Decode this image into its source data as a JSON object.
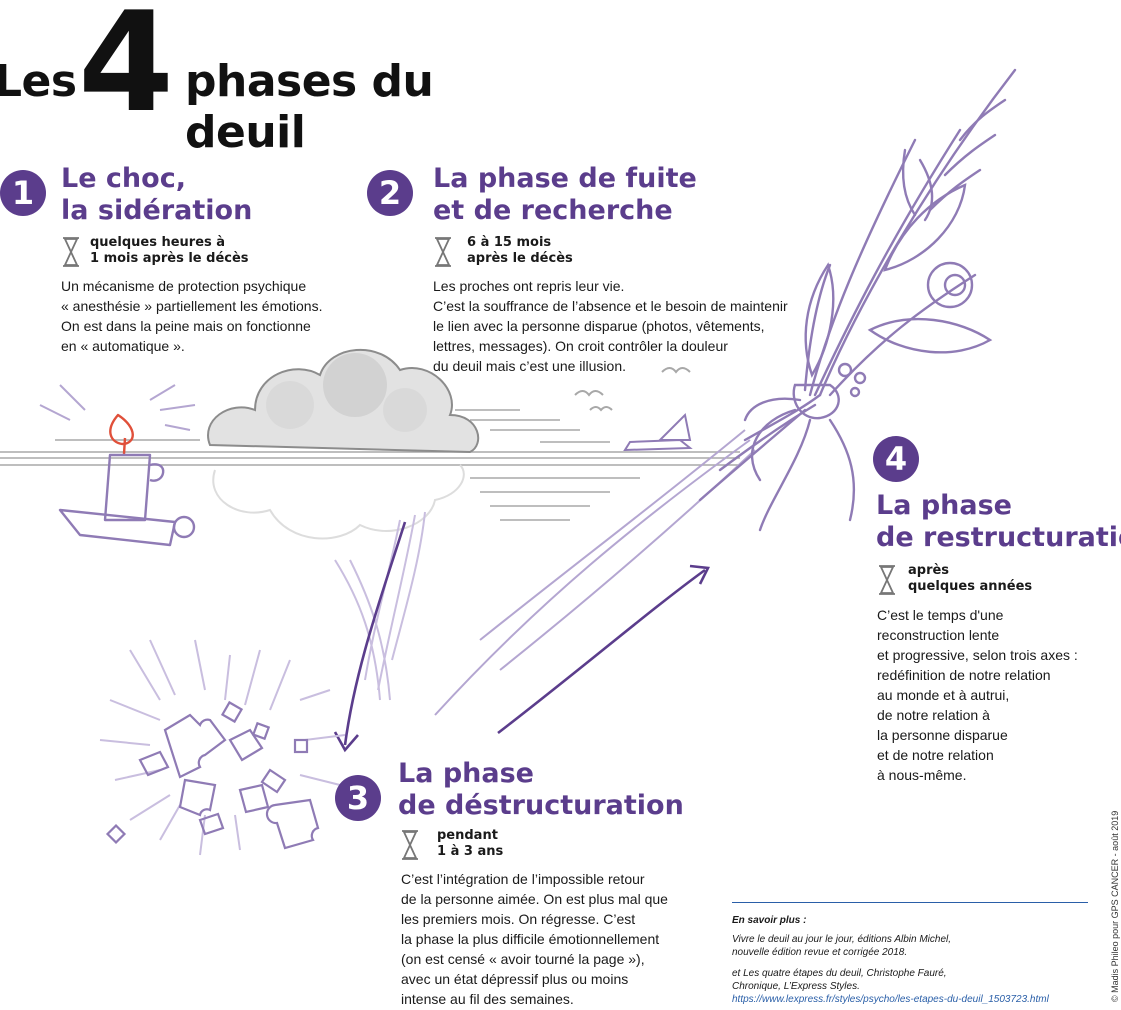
{
  "title": {
    "before": "Les",
    "number": "4",
    "after": "phases du deuil"
  },
  "phases": [
    {
      "num": "1",
      "title": [
        "Le choc,",
        "la sidération"
      ],
      "duration": [
        "quelques heures à",
        "1 mois après le décès"
      ],
      "text": [
        "Un mécanisme de protection psychique",
        "« anesthésie » partiellement les émotions.",
        "On est dans la peine mais on fonctionne",
        "en « automatique »."
      ]
    },
    {
      "num": "2",
      "title": [
        "La phase de fuite",
        "et de recherche"
      ],
      "duration": [
        "6 à 15 mois",
        "après le décès"
      ],
      "text": [
        "Les proches ont repris leur vie.",
        "C’est la souffrance de l’absence et le besoin de maintenir",
        "le lien avec la personne disparue (photos, vêtements,",
        "lettres, messages). On croit contrôler la douleur",
        "du deuil mais c’est une illusion."
      ]
    },
    {
      "num": "3",
      "title": [
        "La phase",
        "de déstructuration"
      ],
      "duration": [
        "pendant",
        "1 à 3 ans"
      ],
      "text": [
        "C’est l’intégration de l’impossible retour",
        "de la personne aimée. On est plus mal que",
        "les premiers mois. On régresse. C’est",
        "la phase la plus difficile émotionnellement",
        "(on est censé « avoir tourné la page »),",
        "avec un état dépressif plus ou moins",
        "intense au fil des semaines."
      ]
    },
    {
      "num": "4",
      "title": [
        "La phase",
        "de restructuration"
      ],
      "duration": [
        "après",
        "quelques années"
      ],
      "text": [
        "C’est le temps d'une",
        "reconstruction lente",
        "et progressive, selon trois axes :",
        "redéfinition de notre relation",
        "au monde et à autrui,",
        "de notre relation à",
        "la personne disparue",
        "et de notre relation",
        "à nous-même."
      ]
    }
  ],
  "sources": {
    "heading": "En savoir plus :",
    "lines1": [
      "Vivre le deuil au jour le jour, éditions Albin Michel,",
      "nouvelle édition revue et corrigée 2018."
    ],
    "lines2": [
      "et Les quatre étapes du deuil, Christophe Fauré,",
      "Chronique, L’Express Styles."
    ],
    "url": "https://www.lexpress.fr/styles/psycho/les-etapes-du-deuil_1503723.html"
  },
  "credit": "© Madis Phileo pour GPS CANCER - août 2019",
  "colors": {
    "accent": "#5b3d8c",
    "illustration": "#8f7bb5",
    "flame": "#e0503a",
    "grey": "#9a9a9a"
  },
  "icons": [
    "hourglass-icon",
    "candle-boat-illustration",
    "cloud-illustration",
    "sailboat-illustration",
    "puzzle-explosion-illustration",
    "wheat-bouquet-illustration",
    "arrow-down-icon",
    "arrow-up-icon"
  ]
}
